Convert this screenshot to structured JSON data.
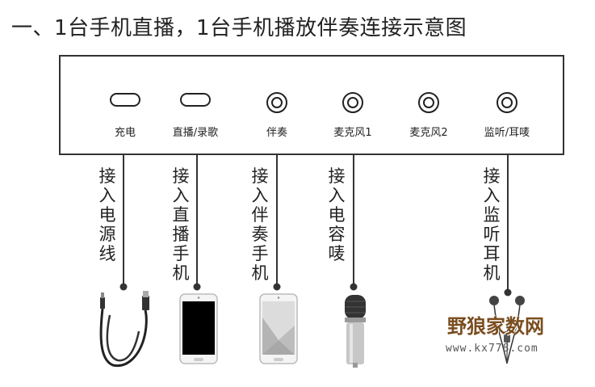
{
  "title": "一、1台手机直播，1台手机播放伴奏连接示意图",
  "ports": [
    {
      "label": "充电",
      "shape": "usb"
    },
    {
      "label": "直播/录歌",
      "shape": "usb"
    },
    {
      "label": "伴奏",
      "shape": "jack"
    },
    {
      "label": "麦克风1",
      "shape": "jack"
    },
    {
      "label": "麦克风2",
      "shape": "jack"
    },
    {
      "label": "监听/耳唛",
      "shape": "jack"
    }
  ],
  "connections": [
    {
      "label": "接入电源线",
      "device_icon": "usb-cable-icon"
    },
    {
      "label": "接入直播手机",
      "device_icon": "smartphone-icon"
    },
    {
      "label": "接入伴奏手机",
      "device_icon": "smartphone-icon"
    },
    {
      "label": "接入电容唛",
      "device_icon": "condenser-microphone-icon"
    },
    {
      "label": "接入监听耳机",
      "device_icon": "earphones-icon"
    }
  ],
  "watermark": {
    "logo": "野狼家数网",
    "url": "www.kx778.com"
  }
}
